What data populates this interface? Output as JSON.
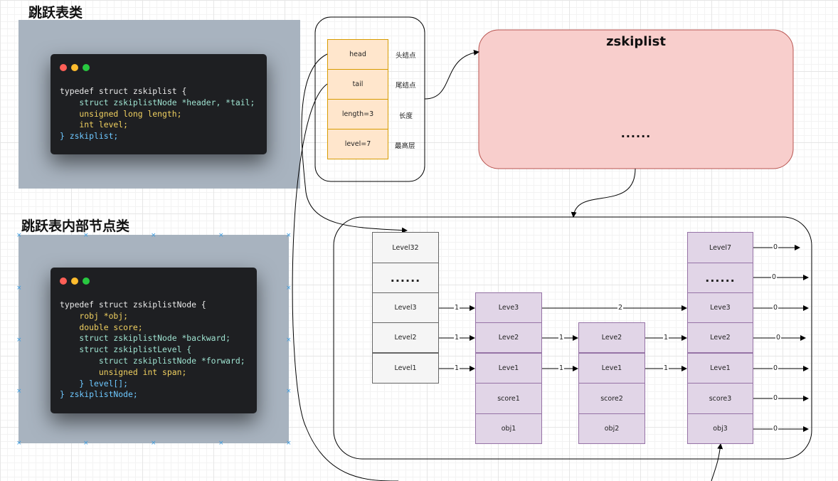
{
  "headings": {
    "skiplist_class": "跳跃表类",
    "node_class": "跳跃表内部节点类"
  },
  "window_dots": [
    "#ff5f57",
    "#febc2e",
    "#28c840"
  ],
  "code1": [
    "typedef struct zskiplist {",
    "    struct zskiplistNode *header, *tail;",
    "    unsigned long length;",
    "    int level;",
    "} zskiplist;"
  ],
  "code2": [
    "typedef struct zskiplistNode {",
    "    robj *obj;",
    "    double score;",
    "    struct zskiplistNode *backward;",
    "    struct zskiplistLevel {",
    "        struct zskiplistNode *forward;",
    "        unsigned int span;",
    "    } level[];",
    "} zskiplistNode;"
  ],
  "struct_fields": [
    {
      "value": "head",
      "desc": "头结点"
    },
    {
      "value": "tail",
      "desc": "尾结点"
    },
    {
      "value": "length=3",
      "desc": "长度"
    },
    {
      "value": "level=7",
      "desc": "最高层"
    }
  ],
  "zskiplist_box": {
    "title": "zskiplist",
    "ellipsis": "......"
  },
  "header_node": {
    "cells": [
      "Level32",
      "......",
      "Level3",
      "Level2",
      "Level1"
    ]
  },
  "node1": {
    "cells": [
      "Leve3",
      "Leve2",
      "Leve1",
      "score1",
      "obj1"
    ]
  },
  "node2": {
    "cells": [
      "Leve2",
      "Leve1",
      "score2",
      "obj2"
    ]
  },
  "node3": {
    "cells": [
      "Level7",
      "......",
      "Leve3",
      "Leve2",
      "Leve1",
      "score3",
      "obj3"
    ]
  },
  "spans": {
    "h_l3": "1",
    "h_l2": "1",
    "h_l1": "1",
    "n1_l3": "2",
    "n1_l2": "1",
    "n1_l1": "1",
    "n2_l2": "1",
    "n2_l1": "1",
    "n3_out": [
      "0",
      "0",
      "0",
      "0",
      "0",
      "0",
      "0"
    ]
  },
  "colors": {
    "orange_fill": "#ffe6cc",
    "orange_stroke": "#d79b00",
    "pink_fill": "#f8cecc",
    "pink_stroke": "#b85450",
    "purple_fill": "#e1d5e7",
    "purple_stroke": "#9673a6",
    "grey_fill": "#f5f5f5"
  }
}
